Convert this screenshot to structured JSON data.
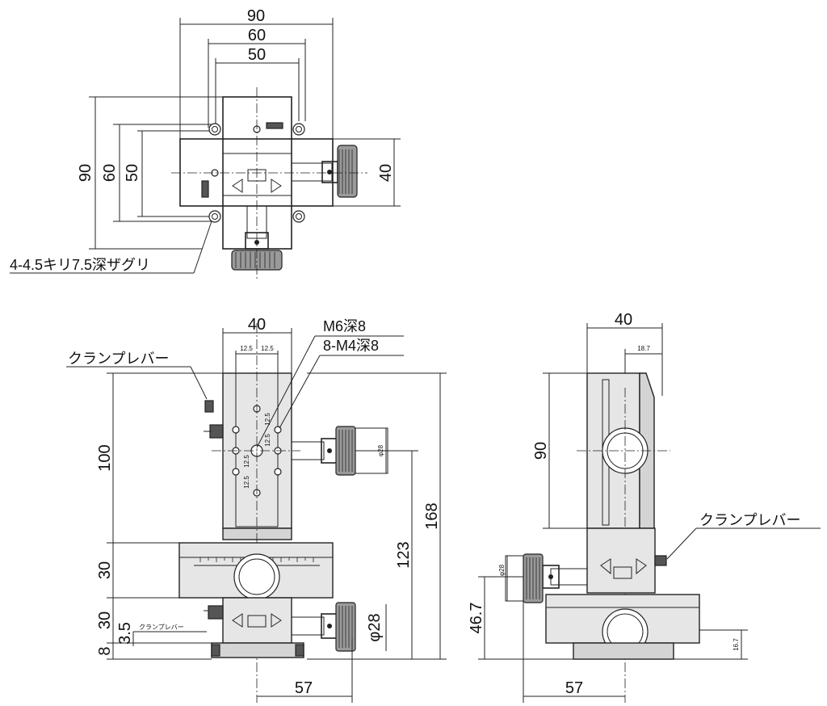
{
  "top_view": {
    "dims": [
      "90",
      "60",
      "50"
    ],
    "dims_left": [
      "90",
      "60",
      "50"
    ],
    "dim_right": "40",
    "callout": "4-4.5キリ7.5深ザグリ"
  },
  "front_view": {
    "dim_top": "40",
    "dim_small_a": "12.5",
    "dim_small_b": "12.5",
    "vert_small": [
      "12.5",
      "12.5",
      "12.5",
      "12.5"
    ],
    "callout_m6": "M6深8",
    "callout_m4": "8-M4深8",
    "clamp_label": "クランプレバー",
    "clamp_small": "クランプレバー",
    "dim_100": "100",
    "dim_30a": "30",
    "dim_30b": "30",
    "dim_35": "3.5",
    "dim_8": "8",
    "dim_123": "123",
    "dim_168": "168",
    "dim_57": "57",
    "phi_top": "φ28",
    "phi_bottom": "φ28"
  },
  "side_view": {
    "dim_top": "40",
    "dim_187": "18.7",
    "dim_90": "90",
    "clamp_label": "クランプレバー",
    "phi": "φ28",
    "dim_467": "46.7",
    "dim_167": "16.7",
    "dim_57": "57"
  }
}
